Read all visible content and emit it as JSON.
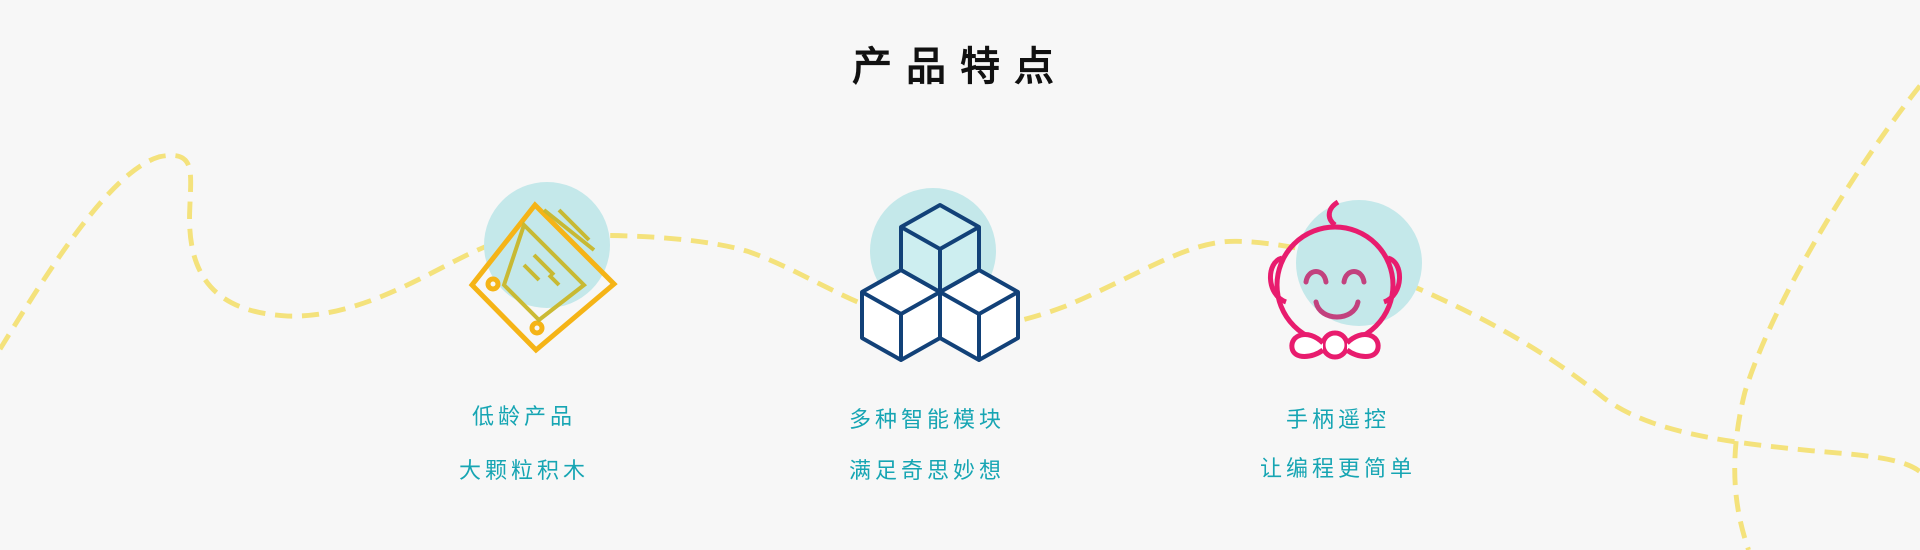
{
  "section": {
    "title": "产品特点"
  },
  "colors": {
    "accent_text": "#16a5b3",
    "dash": "#f4e27c",
    "circle": "#c4e8ea",
    "yellow": "#f5b417",
    "navy": "#124178",
    "pink": "#e81c6e"
  },
  "features": [
    {
      "icon": "circuit-board-icon",
      "line1": "低龄产品",
      "line2": "大颗粒积木"
    },
    {
      "icon": "cubes-icon",
      "line1": "多种智能模块",
      "line2": "满足奇思妙想"
    },
    {
      "icon": "baby-face-icon",
      "line1": "手柄遥控",
      "line2": "让编程更简单"
    }
  ]
}
